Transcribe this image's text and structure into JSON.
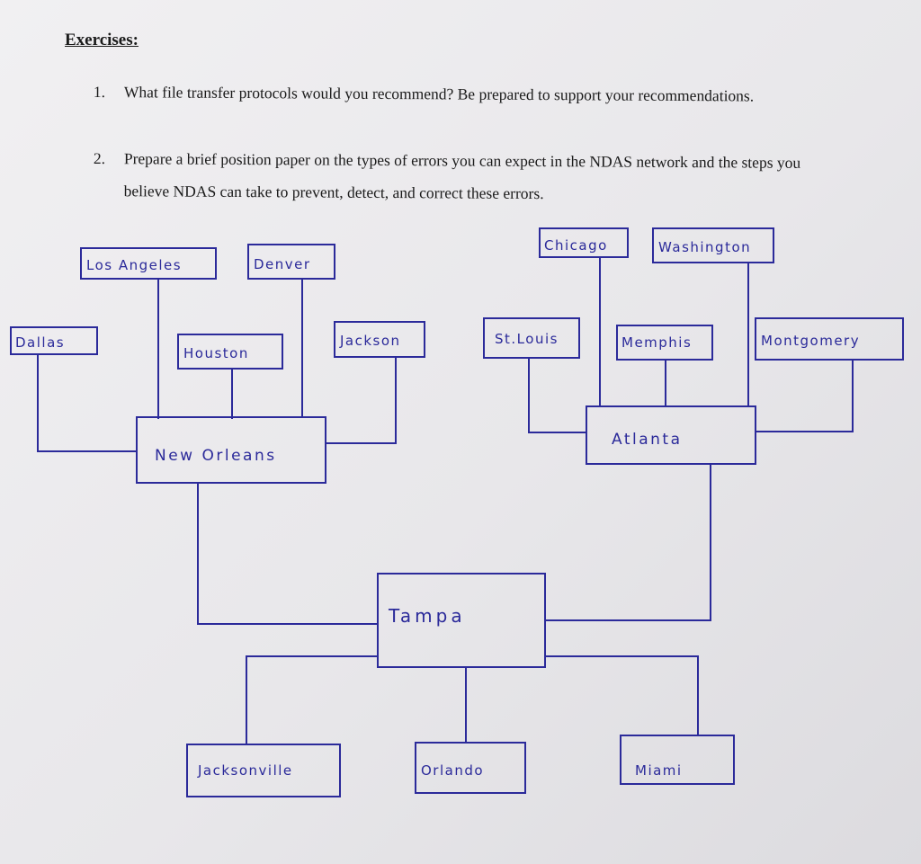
{
  "exercises": {
    "heading": "Exercises:",
    "items": [
      {
        "number": "1.",
        "text": "What file transfer protocols would you recommend? Be prepared to support your recommendations."
      },
      {
        "number": "2.",
        "text": "Prepare a brief position paper on the types of errors you can expect in the NDAS network and the steps you believe NDAS can take to prevent, detect, and correct these errors."
      }
    ]
  },
  "diagram": {
    "ink_color": "#2b2a9a",
    "nodes": {
      "los_angeles": "Los Angeles",
      "denver": "Denver",
      "dallas": "Dallas",
      "houston": "Houston",
      "jackson": "Jackson",
      "new_orleans": "New Orleans",
      "chicago": "Chicago",
      "washington": "Washington",
      "st_louis": "St.Louis",
      "memphis": "Memphis",
      "montgomery": "Montgomery",
      "atlanta": "Atlanta",
      "tampa": "Tampa",
      "jacksonville": "Jacksonville",
      "orlando": "Orlando",
      "miami": "Miami"
    }
  }
}
